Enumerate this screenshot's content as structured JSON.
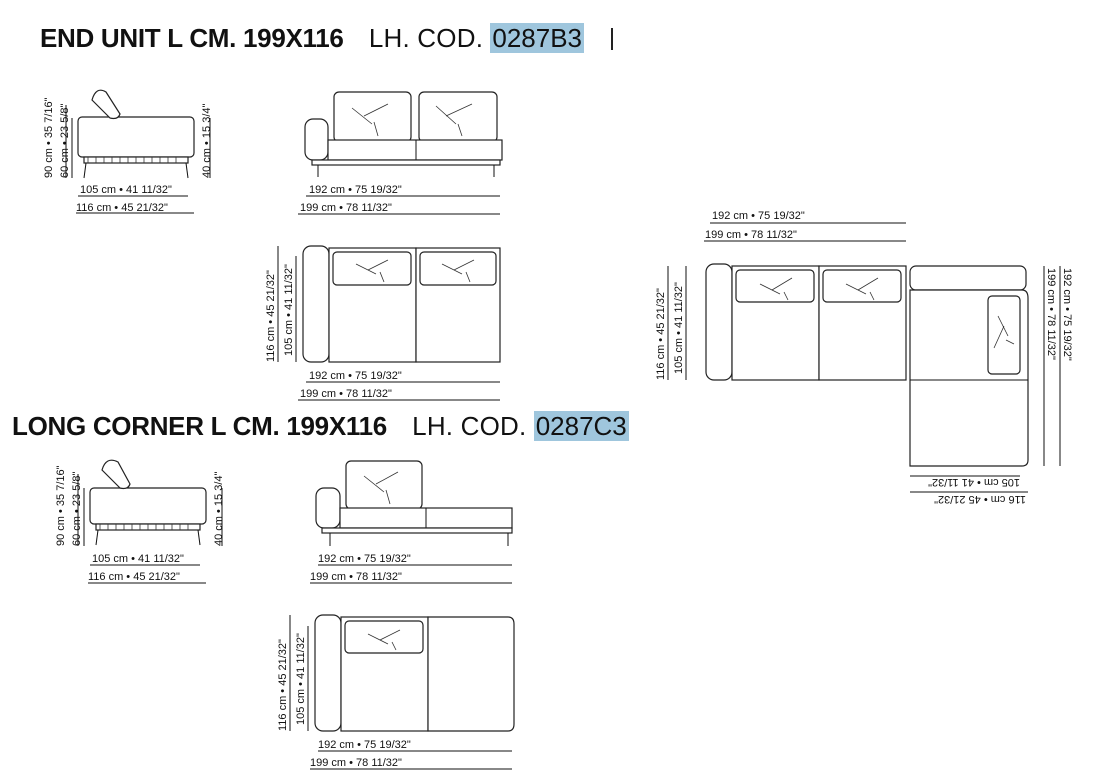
{
  "sections": [
    {
      "title": "END UNIT L CM. 199X116",
      "code_prefix": "LH. COD.",
      "code": "0287B3",
      "side_height_total": "90 cm • 35 7/16\"",
      "side_height_seat": "60 cm • 23 5/8\"",
      "side_height_leg": "40 cm • 15 3/4\"",
      "side_depth_seat": "105 cm • 41 11/32\"",
      "side_depth_total": "116 cm • 45 21/32\"",
      "front_width_inner": "192 cm • 75 19/32\"",
      "front_width_total": "199 cm • 78 11/32\"",
      "top_depth_total": "116 cm • 45 21/32\"",
      "top_depth_seat": "105 cm • 41 11/32\"",
      "top_width_inner": "192 cm • 75 19/32\"",
      "top_width_total": "199 cm • 78 11/32\""
    },
    {
      "title": "LONG CORNER L CM. 199X116",
      "code_prefix": "LH. COD.",
      "code": "0287C3",
      "side_height_total": "90 cm • 35 7/16\"",
      "side_height_seat": "60 cm • 23 5/8\"",
      "side_height_leg": "40 cm • 15 3/4\"",
      "side_depth_seat": "105 cm • 41 11/32\"",
      "side_depth_total": "116 cm • 45 21/32\"",
      "front_width_inner": "192 cm • 75 19/32\"",
      "front_width_total": "199 cm • 78 11/32\"",
      "top_depth_total": "116 cm • 45 21/32\"",
      "top_depth_seat": "105 cm • 41 11/32\"",
      "top_width_inner": "192 cm • 75 19/32\"",
      "top_width_total": "199 cm • 78 11/32\""
    }
  ],
  "composition": {
    "top_width_inner": "192 cm • 75 19/32\"",
    "top_width_total": "199 cm • 78 11/32\"",
    "left_depth_total": "116 cm • 45 21/32\"",
    "left_depth_seat": "105 cm • 41 11/32\"",
    "right_length_inner": "192 cm • 75 19/32\"",
    "right_length_total": "199 cm • 78 11/32\"",
    "bottom_depth_seat": "105 cm • 41 11/32\"",
    "bottom_depth_total": "116 cm • 45 21/32\""
  }
}
